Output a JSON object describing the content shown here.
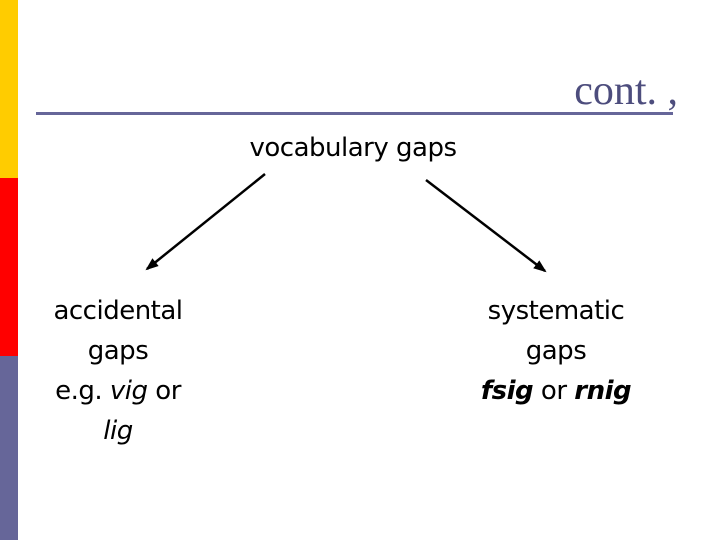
{
  "slide": {
    "title": "cont. ,",
    "root_label": "vocabulary gaps",
    "left_branch": {
      "line1": "accidental",
      "line2": "gaps",
      "line3_prefix": "e.g. ",
      "line3_italic": "vig",
      "line3_suffix": " or",
      "line4_italic": "lig"
    },
    "right_branch": {
      "line1": "systematic",
      "line2": "gaps",
      "line3_bold_italic_1": "fsig",
      "line3_connector": " or ",
      "line3_bold_italic_2": "rnig"
    },
    "colors": {
      "edge_bar_yellow": "#FFCC00",
      "edge_bar_red": "#FF0000",
      "edge_bar_slate": "#666699",
      "title_rule": "#666699",
      "title_text": "#4D4D7D",
      "body_text": "#000000",
      "arrow": "#000000",
      "background": "#FFFFFF"
    }
  }
}
